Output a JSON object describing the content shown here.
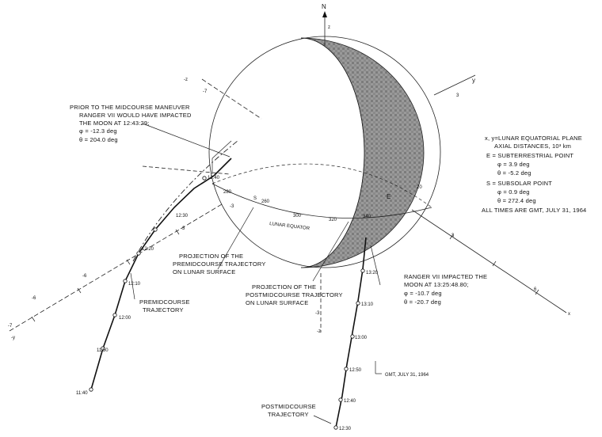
{
  "axes": {
    "n_label": "N",
    "z_label": "z",
    "neg_z_label": "-z",
    "y_label": "y",
    "neg_y_label": "-y",
    "x_label": "x",
    "tick_3": "3",
    "tick_neg3": "-3",
    "tick_neg6": "-6",
    "tick_6": "6",
    "tick_neg7": "-7",
    "tick_neg3z": "-3"
  },
  "equator": {
    "label": "LUNAR EQUATOR",
    "lon_280": "280",
    "lon_260": "260",
    "lon_300": "300",
    "lon_320": "320",
    "lon_340": "340",
    "lon_20": "20",
    "point_s": "S",
    "point_e": "E"
  },
  "premidcourse_times": [
    "11:40",
    "11:50",
    "12:00",
    "12:10",
    "12:20",
    "12:30",
    "12:40"
  ],
  "postmidcourse_times": [
    "12:30",
    "12:40",
    "12:50",
    "13:00",
    "13:10",
    "13:20"
  ],
  "notes": {
    "prior_line1": "PRIOR TO THE MIDCOURSE MANEUVER",
    "prior_line2": "RANGER VII WOULD HAVE IMPACTED",
    "prior_line3": "THE MOON AT 12:43:29;",
    "prior_phi": "φ = -12.3 deg",
    "prior_theta": "θ = 204.0 deg",
    "legend_line1": "x, y=LUNAR EQUATORIAL PLANE",
    "legend_line2": "AXIAL DISTANCES, 10³ km",
    "legend_line3": "E = SUBTERRESTRIAL POINT",
    "legend_line4": "φ = 3.9 deg",
    "legend_line5": "θ = -5.2 deg",
    "legend_line6": "S = SUBSOLAR POINT",
    "legend_line7": "φ = 0.9 deg",
    "legend_line8": "θ = 272.4 deg",
    "legend_line9": "ALL TIMES ARE GMT, JULY 31, 1964",
    "proj_pre_line1": "PROJECTION OF THE",
    "proj_pre_line2": "PREMIDCOURSE TRAJECTORY",
    "proj_pre_line3": "ON LUNAR SURFACE",
    "proj_post_line1": "PROJECTION OF THE",
    "proj_post_line2": "POSTMIDCOURSE TRAJECTORY",
    "proj_post_line3": "ON LUNAR SURFACE",
    "impact_line1": "RANGER VII IMPACTED THE",
    "impact_line2": "MOON AT 13:25:48.80;",
    "impact_phi": "φ = -10.7 deg",
    "impact_theta": "θ = -20.7 deg",
    "premid_line1": "PREMIDCOURSE",
    "premid_line2": "TRAJECTORY",
    "postmid_line1": "POSTMIDCOURSE",
    "postmid_line2": "TRAJECTORY",
    "gmt_label": "GMT, JULY 31, 1964"
  }
}
